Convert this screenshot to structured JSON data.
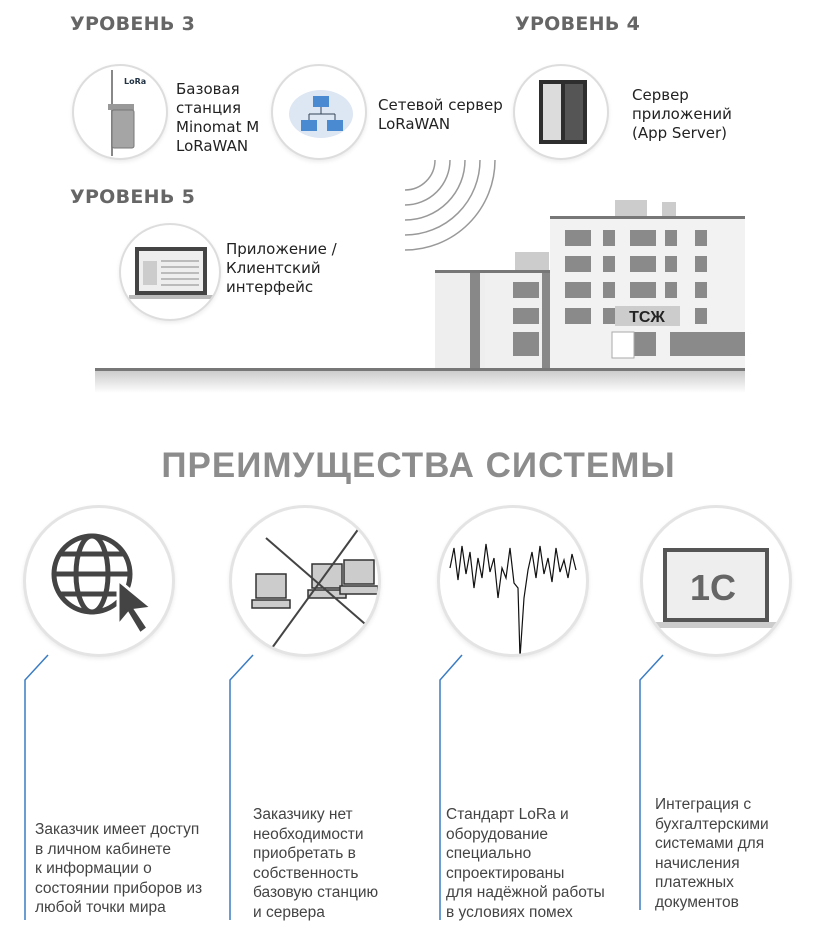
{
  "levels": {
    "level3": "УРОВЕНЬ 3",
    "level4": "УРОВЕНЬ 4",
    "level5": "УРОВЕНЬ 5"
  },
  "nodes": {
    "base_station": {
      "label_lines": [
        "Базовая",
        "станция",
        "Minomat M",
        "LoRaWAN"
      ],
      "badge": "LoRa"
    },
    "network_server": {
      "label_lines": [
        "Сетевой сервер",
        "LoRaWAN"
      ]
    },
    "app_server": {
      "label_lines": [
        "Сервер",
        "приложений",
        "(App Server)"
      ]
    },
    "client_app": {
      "label_lines": [
        "Приложение /",
        "Клиентский",
        "интерфейс"
      ]
    }
  },
  "building": {
    "sign": "ТСЖ"
  },
  "advantages": {
    "title": "ПРЕИМУЩЕСТВА СИСТЕМЫ",
    "items": [
      {
        "icon": "globe-cursor-icon",
        "lines": [
          "Заказчик имеет доступ",
          "в личном кабинете",
          "к информации о",
          "состоянии приборов из",
          "любой точки мира"
        ]
      },
      {
        "icon": "crossed-computers-icon",
        "lines": [
          "Заказчику нет",
          "необходимости",
          "приобретать в",
          "собственность",
          "базовую станцию",
          "и сервера"
        ]
      },
      {
        "icon": "signal-noise-icon",
        "lines": [
          "Стандарт LoRa и",
          "оборудование",
          "специально",
          "спроектированы",
          "для надёжной работы",
          "в условиях помех"
        ]
      },
      {
        "icon": "1c-laptop-icon",
        "lines": [
          "Интеграция с",
          "бухгалтерскими",
          "системами для",
          "начисления",
          "платежных",
          "документов"
        ],
        "logo": "1С"
      }
    ]
  },
  "colors": {
    "accent_line": "#3a7cc4",
    "title_gray": "#8c8c8c",
    "level_gray": "#666666"
  }
}
